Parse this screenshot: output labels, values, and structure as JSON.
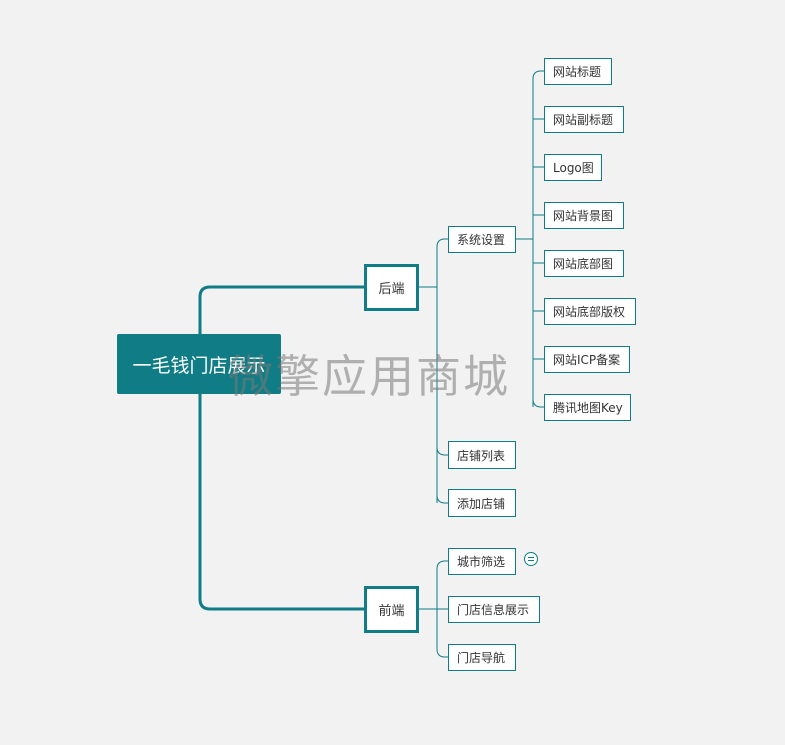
{
  "mindmap": {
    "root": "一毛钱门店展示",
    "backend": {
      "label": "后端",
      "system_settings": {
        "label": "系统设置",
        "items": [
          "网站标题",
          "网站副标题",
          "Logo图",
          "网站背景图",
          "网站底部图",
          "网站底部版权",
          "网站ICP备案",
          "腾讯地图Key"
        ]
      },
      "store_list": "店铺列表",
      "add_store": "添加店铺"
    },
    "frontend": {
      "label": "前端",
      "items": [
        "城市筛选",
        "门店信息展示",
        "门店导航"
      ]
    }
  },
  "watermark": "微擎应用商城",
  "colors": {
    "accent": "#0f7c86",
    "background": "#f2f2f2"
  },
  "icons": {
    "note": "note-icon"
  }
}
